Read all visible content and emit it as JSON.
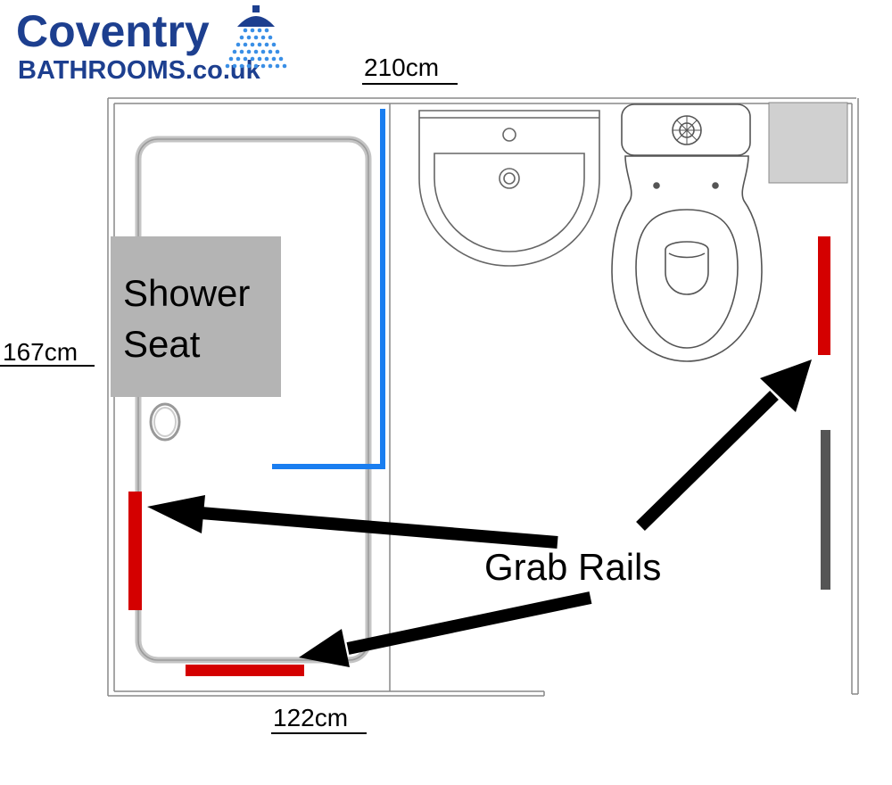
{
  "logo": {
    "brand": "Coventry",
    "sub": "BATHROOMS.co.uk",
    "brand_color": "#1d3f8f",
    "sub_color": "#1d3f8f",
    "spray_color": "#3a8fe6",
    "icon": "shower-head-icon"
  },
  "dimensions": {
    "width_total": "210cm",
    "height_total": "167cm",
    "shower_width": "122cm"
  },
  "labels": {
    "shower_seat_line1": "Shower",
    "shower_seat_line2": "Seat",
    "grab_rails": "Grab Rails"
  },
  "colors": {
    "grab_rail": "#d40000",
    "screen": "#1a7ef0",
    "seat": "#b4b4b4",
    "cabinet": "#d0d0d0",
    "door": "#555555",
    "wall": "#888888",
    "arrow": "#000000"
  }
}
